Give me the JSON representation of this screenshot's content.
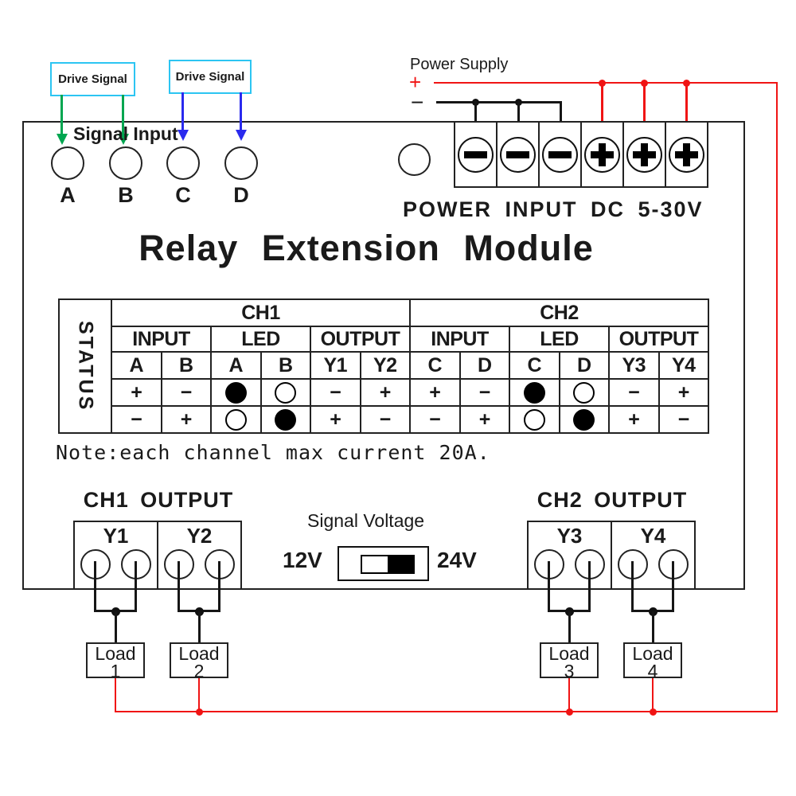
{
  "colors": {
    "red": "#f01414",
    "green": "#00a650",
    "blue": "#2a2aee",
    "cyan": "#2cc5f2"
  },
  "drive_signal": {
    "box1_label": "Drive Signal",
    "box2_label": "Drive Signal"
  },
  "signal_input": {
    "label": "Signal Input",
    "terminals": [
      "A",
      "B",
      "C",
      "D"
    ]
  },
  "power_supply": {
    "label": "Power Supply",
    "plus": "+",
    "minus": "−",
    "terminal_polarities": [
      "−",
      "−",
      "−",
      "+",
      "+",
      "+"
    ],
    "caption": "POWER INPUT DC 5-30V"
  },
  "title": "Relay Extension Module",
  "status_table": {
    "corner": "STATUS",
    "channel_headers": [
      "CH1",
      "CH2"
    ],
    "group_headers": [
      "INPUT",
      "LED",
      "OUTPUT",
      "INPUT",
      "LED",
      "OUTPUT"
    ],
    "column_headers": [
      "A",
      "B",
      "A",
      "B",
      "Y1",
      "Y2",
      "C",
      "D",
      "C",
      "D",
      "Y3",
      "Y4"
    ],
    "rows": [
      [
        "+",
        "−",
        "●",
        "○",
        "−",
        "+",
        "+",
        "−",
        "●",
        "○",
        "−",
        "+"
      ],
      [
        "−",
        "+",
        "○",
        "●",
        "+",
        "−",
        "−",
        "+",
        "○",
        "●",
        "+",
        "−"
      ]
    ]
  },
  "note": "Note:each channel max current 20A.",
  "ch1_output": {
    "label": "CH1 OUTPUT",
    "terminals": [
      "Y1",
      "Y2"
    ]
  },
  "ch2_output": {
    "label": "CH2 OUTPUT",
    "terminals": [
      "Y3",
      "Y4"
    ]
  },
  "signal_voltage": {
    "label": "Signal Voltage",
    "left_option": "12V",
    "right_option": "24V",
    "knob_position": "left"
  },
  "loads": [
    {
      "name": "Load",
      "number": "1"
    },
    {
      "name": "Load",
      "number": "2"
    },
    {
      "name": "Load",
      "number": "3"
    },
    {
      "name": "Load",
      "number": "4"
    }
  ]
}
